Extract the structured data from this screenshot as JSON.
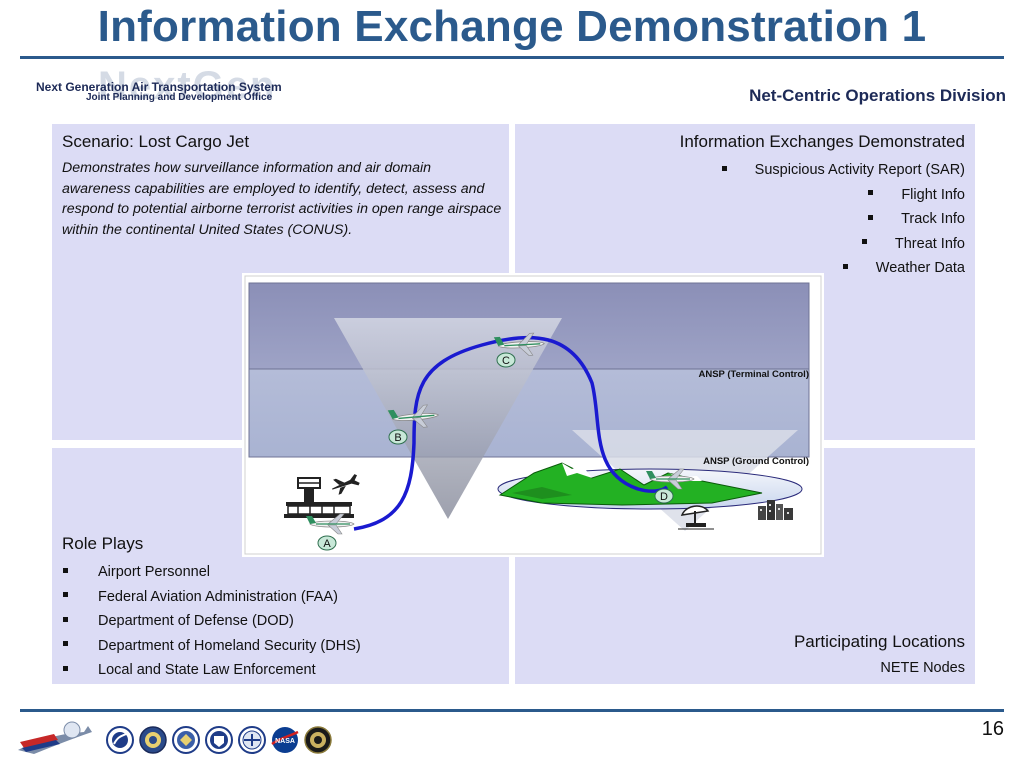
{
  "slide": {
    "title": "Information Exchange Demonstration 1",
    "org_line1": "Next Generation Air Transportation System",
    "org_line2": "Joint Planning and Development Office",
    "division": "Net-Centric Operations Division",
    "page_number": "16"
  },
  "scenario": {
    "title": "Scenario: Lost Cargo Jet",
    "description": "Demonstrates how surveillance information and air domain awareness capabilities are employed to identify, detect, assess and respond to potential airborne terrorist activities in open range airspace within the continental United States (CONUS)."
  },
  "exchanges": {
    "title": "Information Exchanges Demonstrated",
    "items": [
      "Suspicious Activity Report (SAR)",
      "Flight Info",
      "Track Info",
      "Threat Info",
      "Weather Data"
    ]
  },
  "roles": {
    "title": "Role Plays",
    "items": [
      "Airport Personnel",
      "Federal Aviation Administration (FAA)",
      "Department of Defense (DOD)",
      "Department of Homeland Security (DHS)",
      "Local and State Law Enforcement"
    ]
  },
  "locations": {
    "title": "Participating Locations",
    "subtitle": "NETE Nodes"
  },
  "diagram": {
    "terminal_label": "ANSP (Terminal Control)",
    "ground_label": "ANSP (Ground Control)",
    "points": [
      "A",
      "B",
      "C",
      "D"
    ],
    "path_color": "#1a1ad0",
    "icons": [
      "control-tower-icon",
      "airplane-icon",
      "radar-dish-icon",
      "city-icon",
      "mountains-icon"
    ]
  },
  "footer": {
    "logos": [
      "nextgen-logo",
      "dot-seal-icon",
      "commerce-seal-icon",
      "dod-seal-icon",
      "dhs-seal-icon",
      "faa-seal-icon",
      "nasa-logo-icon",
      "ostp-seal-icon"
    ]
  }
}
